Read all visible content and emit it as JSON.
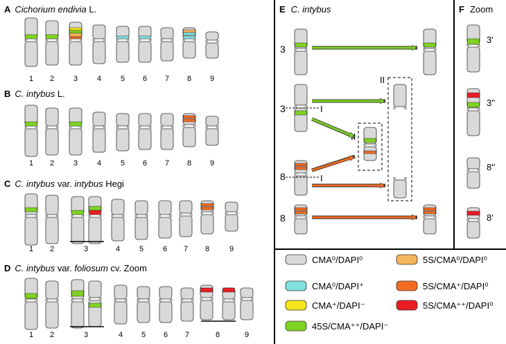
{
  "colors": {
    "gray": "#d9d9d9",
    "outline": "#333333",
    "cyan": "#7fe0dc",
    "yellow": "#f4e61a",
    "green": "#7ed321",
    "orange_light": "#f5b55b",
    "orange": "#f26b21",
    "red": "#ea1c24"
  },
  "panels": {
    "A": {
      "letter": "A",
      "title_italic": "Cichorium endivia",
      "title_rest": " L.",
      "numbers": [
        "1",
        "2",
        "3",
        "4",
        "5",
        "6",
        "7",
        "8",
        "9"
      ]
    },
    "B": {
      "letter": "B",
      "title_italic": "C. intybus",
      "title_rest": " L.",
      "numbers": [
        "1",
        "2",
        "3",
        "4",
        "5",
        "6",
        "7",
        "8",
        "9"
      ]
    },
    "C": {
      "letter": "C",
      "title_italic": "C. intybus",
      "title_rest": " var. ",
      "title_italic2": "intybus",
      "title_rest2": " Hegi",
      "numbers": [
        "1",
        "2",
        "3",
        "4",
        "5",
        "6",
        "7",
        "8",
        "9"
      ]
    },
    "D": {
      "letter": "D",
      "title_italic": "C. intybus",
      "title_rest": " var. ",
      "title_italic2": "foliosum",
      "title_rest2": " cv. Zoom",
      "numbers": [
        "1",
        "2",
        "3",
        "4",
        "5",
        "6",
        "7",
        "8",
        "9"
      ]
    },
    "E": {
      "letter": "E",
      "title_italic": "C. intybus",
      "row_labels": [
        "3",
        "3",
        "8",
        "8"
      ],
      "roman_I": "I",
      "roman_II": "II"
    },
    "F": {
      "letter": "F",
      "title": "Zoom",
      "labels": [
        "3'",
        "3''",
        "8''",
        "8'"
      ]
    }
  },
  "legend": [
    {
      "label": "CMA⁰/DAPI⁰",
      "color": "gray"
    },
    {
      "label": "5S/CMA⁰/DAPI⁰",
      "color": "orange_light"
    },
    {
      "label": "CMA⁰/DAPI⁺",
      "color": "cyan"
    },
    {
      "label": "5S/CMA⁺/DAPI⁰",
      "color": "orange"
    },
    {
      "label": "CMA⁺/DAPI⁻",
      "color": "yellow"
    },
    {
      "label": "5S/CMA⁺⁺/DAPI⁰",
      "color": "red"
    },
    {
      "label": "45S/CMA⁺⁺/DAPI⁻",
      "color": "green"
    }
  ]
}
